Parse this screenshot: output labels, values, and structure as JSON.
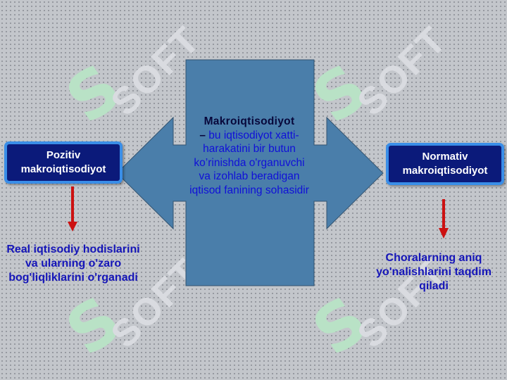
{
  "center": {
    "term": "Makroiqtisodiyot",
    "dash": "–",
    "definition": "bu iqtisodiyot xatti-harakatini bir butun ko’rinishda o'rganuvchi va izohlab beradigan iqtisod fanining sohasidir"
  },
  "left": {
    "box_label": "Pozitiv makroiqtisodiyot",
    "description": "Real iqtisodiy hodislarini va ularning o'zaro bog'liqliklarini o'rganadi"
  },
  "right": {
    "box_label": "Normativ makroiqtisodiyot",
    "description": "Choralarning aniq yo'nalishlarini taqdim qiladi"
  },
  "colors": {
    "background": "#c3c6cb",
    "arrow_fill": "#4a7eaa",
    "box_fill": "#0b1a7a",
    "box_border": "#3a8ee8",
    "down_arrow": "#cc1111",
    "description_text": "#1515b8"
  },
  "watermark": {
    "symbol": "S",
    "text": "SOFT"
  }
}
